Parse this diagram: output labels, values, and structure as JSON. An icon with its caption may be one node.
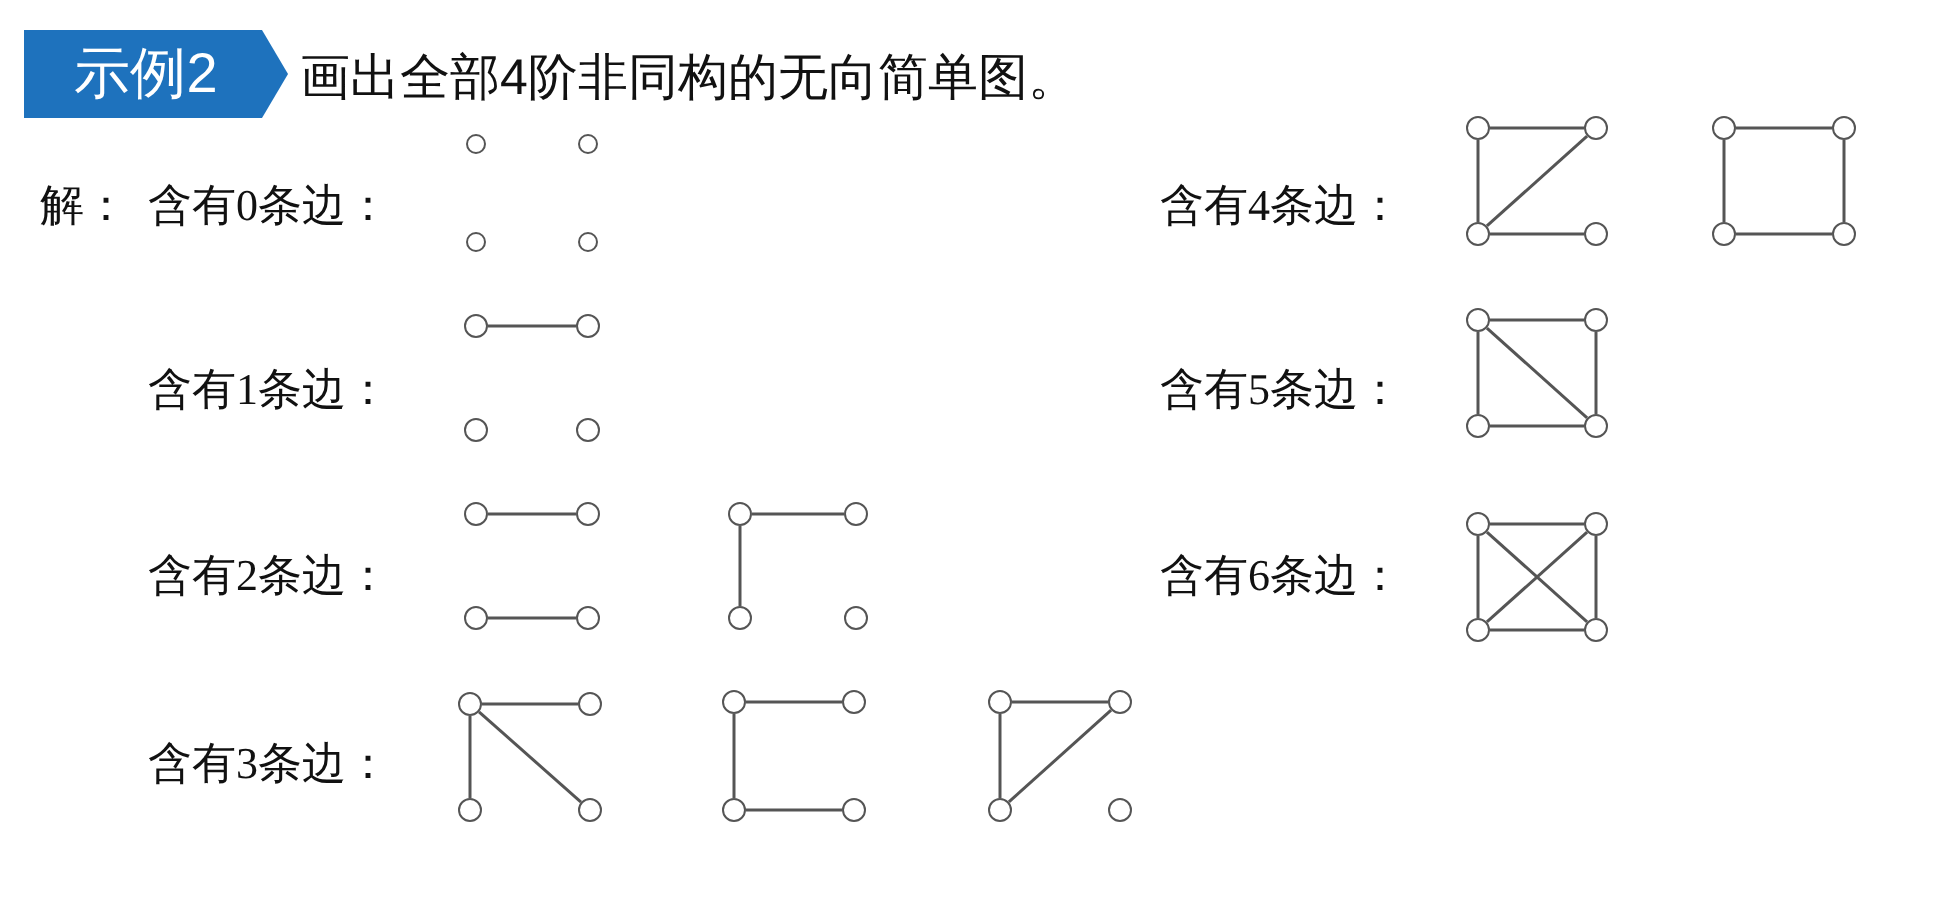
{
  "diagram": {
    "title": "画出全部4阶非同构的无向简单图。",
    "nodes": [
      {
        "text": [
          "示例2"
        ]
      },
      {
        "text": [],
        "shape": "circle"
      },
      {
        "text": [],
        "shape": "circle"
      },
      {
        "text": [],
        "shape": "circle"
      },
      {
        "text": [],
        "shape": "circle"
      },
      {
        "text": [],
        "shape": "circle"
      },
      {
        "text": [],
        "shape": "circle"
      },
      {
        "text": [],
        "shape": "circle"
      },
      {
        "text": [],
        "shape": "circle"
      },
      {
        "text": [],
        "shape": "circle"
      },
      {
        "text": [],
        "shape": "circle"
      },
      {
        "text": [],
        "shape": "circle"
      },
      {
        "text": [],
        "shape": "circle"
      },
      {
        "text": [],
        "shape": "circle"
      },
      {
        "text": [],
        "shape": "circle"
      },
      {
        "text": [],
        "shape": "circle"
      },
      {
        "text": [],
        "shape": "circle"
      },
      {
        "text": [],
        "shape": "circle"
      },
      {
        "text": [],
        "shape": "circle"
      },
      {
        "text": [],
        "shape": "circle"
      },
      {
        "text": [],
        "shape": "circle"
      },
      {
        "text": [],
        "shape": "circle"
      },
      {
        "text": [],
        "shape": "circle"
      },
      {
        "text": [],
        "shape": "circle"
      },
      {
        "text": [],
        "shape": "circle"
      },
      {
        "text": [],
        "shape": "circle"
      },
      {
        "text": [],
        "shape": "circle"
      },
      {
        "text": [],
        "shape": "circle"
      },
      {
        "text": [],
        "shape": "circle"
      },
      {
        "text": [],
        "shape": "circle"
      },
      {
        "text": [],
        "shape": "circle"
      },
      {
        "text": [],
        "shape": "circle"
      },
      {
        "text": [],
        "shape": "circle"
      },
      {
        "text": [],
        "shape": "circle"
      },
      {
        "text": [],
        "shape": "circle"
      },
      {
        "text": [],
        "shape": "circle"
      },
      {
        "text": [],
        "shape": "circle"
      },
      {
        "text": [],
        "shape": "circle"
      },
      {
        "text": [],
        "shape": "circle"
      },
      {
        "text": [],
        "shape": "circle"
      },
      {
        "text": [],
        "shape": "circle"
      },
      {
        "text": [],
        "shape": "circle"
      },
      {
        "text": [],
        "shape": "circle"
      },
      {
        "text": [],
        "shape": "circle"
      },
      {
        "text": [],
        "shape": "circle"
      }
    ],
    "edges": [
      {
        "from": 5,
        "to": 6,
        "arrow": "none"
      },
      {
        "from": 9,
        "to": 10,
        "arrow": "none"
      },
      {
        "from": 11,
        "to": 12,
        "arrow": "none"
      },
      {
        "from": 13,
        "to": 14,
        "arrow": "none"
      },
      {
        "from": 13,
        "to": 15,
        "arrow": "none"
      },
      {
        "from": 17,
        "to": 18,
        "arrow": "none"
      },
      {
        "from": 17,
        "to": 19,
        "arrow": "none"
      },
      {
        "from": 17,
        "to": 20,
        "arrow": "none"
      },
      {
        "from": 21,
        "to": 22,
        "arrow": "none"
      },
      {
        "from": 21,
        "to": 23,
        "arrow": "none"
      },
      {
        "from": 23,
        "to": 24,
        "arrow": "none"
      },
      {
        "from": 25,
        "to": 26,
        "arrow": "none"
      },
      {
        "from": 25,
        "to": 27,
        "arrow": "none"
      },
      {
        "from": 27,
        "to": 26,
        "arrow": "none"
      },
      {
        "from": 29,
        "to": 30,
        "arrow": "none"
      },
      {
        "from": 29,
        "to": 31,
        "arrow": "none"
      },
      {
        "from": 31,
        "to": 30,
        "arrow": "none"
      },
      {
        "from": 31,
        "to": 32,
        "arrow": "none"
      },
      {
        "from": 33,
        "to": 34,
        "arrow": "none"
      },
      {
        "from": 34,
        "to": 36,
        "arrow": "none"
      },
      {
        "from": 36,
        "to": 35,
        "arrow": "none"
      },
      {
        "from": 35,
        "to": 33,
        "arrow": "none"
      },
      {
        "from": 37,
        "to": 38,
        "arrow": "none"
      },
      {
        "from": 37,
        "to": 39,
        "arrow": "none"
      },
      {
        "from": 38,
        "to": 40,
        "arrow": "none"
      },
      {
        "from": 39,
        "to": 40,
        "arrow": "none"
      },
      {
        "from": 37,
        "to": 40,
        "arrow": "none"
      },
      {
        "from": 41,
        "to": 42,
        "arrow": "none"
      },
      {
        "from": 41,
        "to": 43,
        "arrow": "none"
      },
      {
        "from": 42,
        "to": 44,
        "arrow": "none"
      },
      {
        "from": 43,
        "to": 44,
        "arrow": "none"
      },
      {
        "from": 41,
        "to": 44,
        "arrow": "none"
      },
      {
        "from": 42,
        "to": 43,
        "arrow": "none"
      }
    ],
    "labels": [
      "解：",
      "含有0条边：",
      "含有1条边：",
      "含有2条边：",
      "含有3条边：",
      "含有4条边：",
      "含有5条边：",
      "含有6条边："
    ]
  }
}
